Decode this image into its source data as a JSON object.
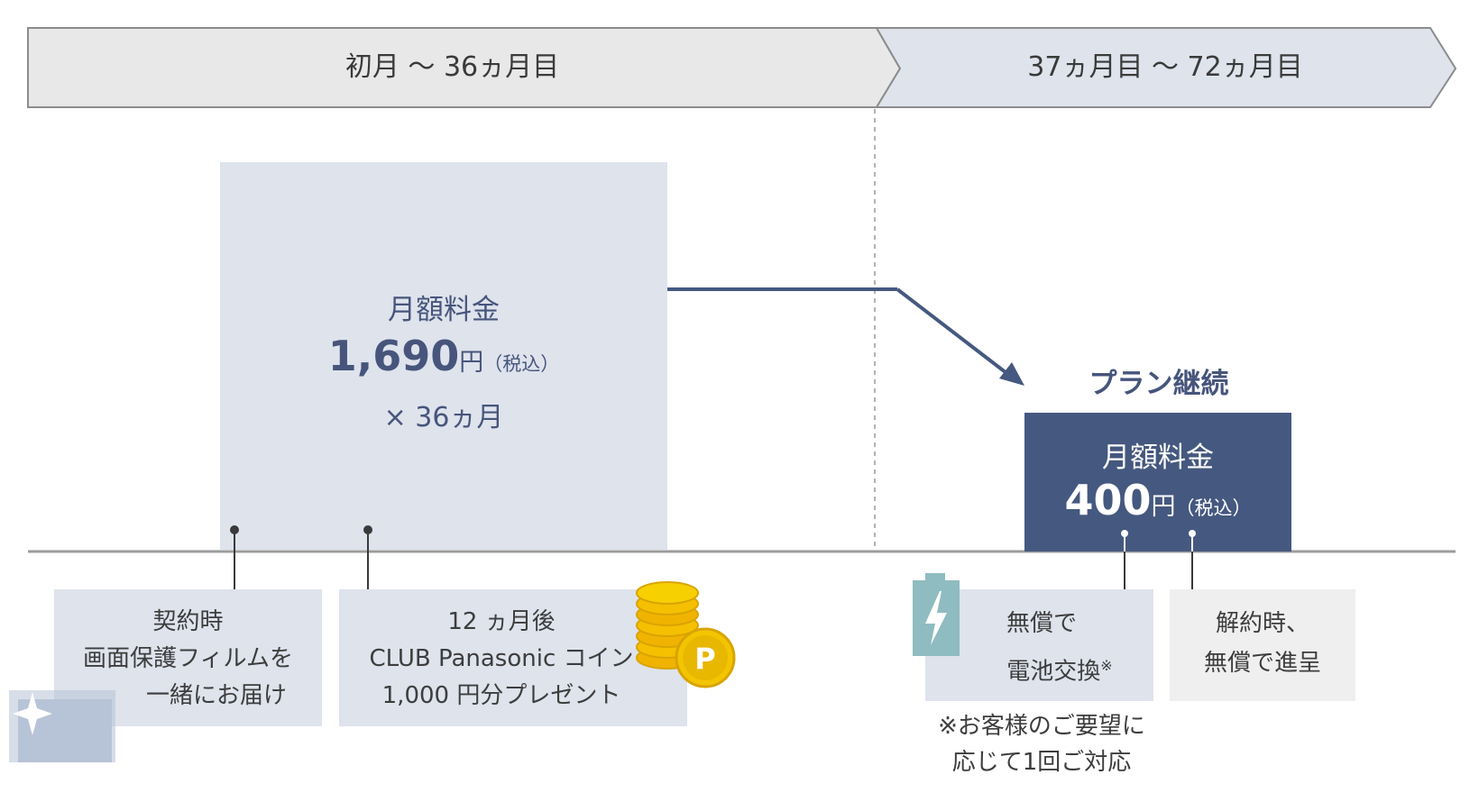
{
  "timeline": {
    "phase1_label": "初月 〜 36ヵ月目",
    "phase2_label": "37ヵ月目 〜 72ヵ月目"
  },
  "initial_plan": {
    "title": "月額料金",
    "price": "1,690",
    "unit": "円",
    "tax": "（税込）",
    "months": "× 36ヵ月"
  },
  "continued_plan": {
    "label": "プラン継続",
    "title": "月額料金",
    "price": "400",
    "unit": "円",
    "tax": "（税込）"
  },
  "benefits": {
    "contract": {
      "line1": "契約時",
      "line2": "画面保護フィルムを",
      "line3": "一緒にお届け"
    },
    "coin": {
      "line1": "12 ヵ月後",
      "line2": "CLUB Panasonic コイン",
      "line3": "1,000 円分プレゼント"
    },
    "battery": {
      "line1": "無償で",
      "line2": "電池交換",
      "mark": "※"
    },
    "cancel": {
      "line1": "解約時、",
      "line2": "無償で進呈"
    }
  },
  "footnote": {
    "line1": "※お客様のご要望に",
    "line2": "応じて1回ご対応"
  },
  "icons": [
    "sparkle-film-icon",
    "gold-coin-stack-icon",
    "battery-charge-icon"
  ],
  "colors": {
    "navy": "#45587f",
    "light_blue": "#dee3ec",
    "gray_band": "#e8e8e8",
    "gold": "#f2c500",
    "teal": "#8fbcc0"
  }
}
